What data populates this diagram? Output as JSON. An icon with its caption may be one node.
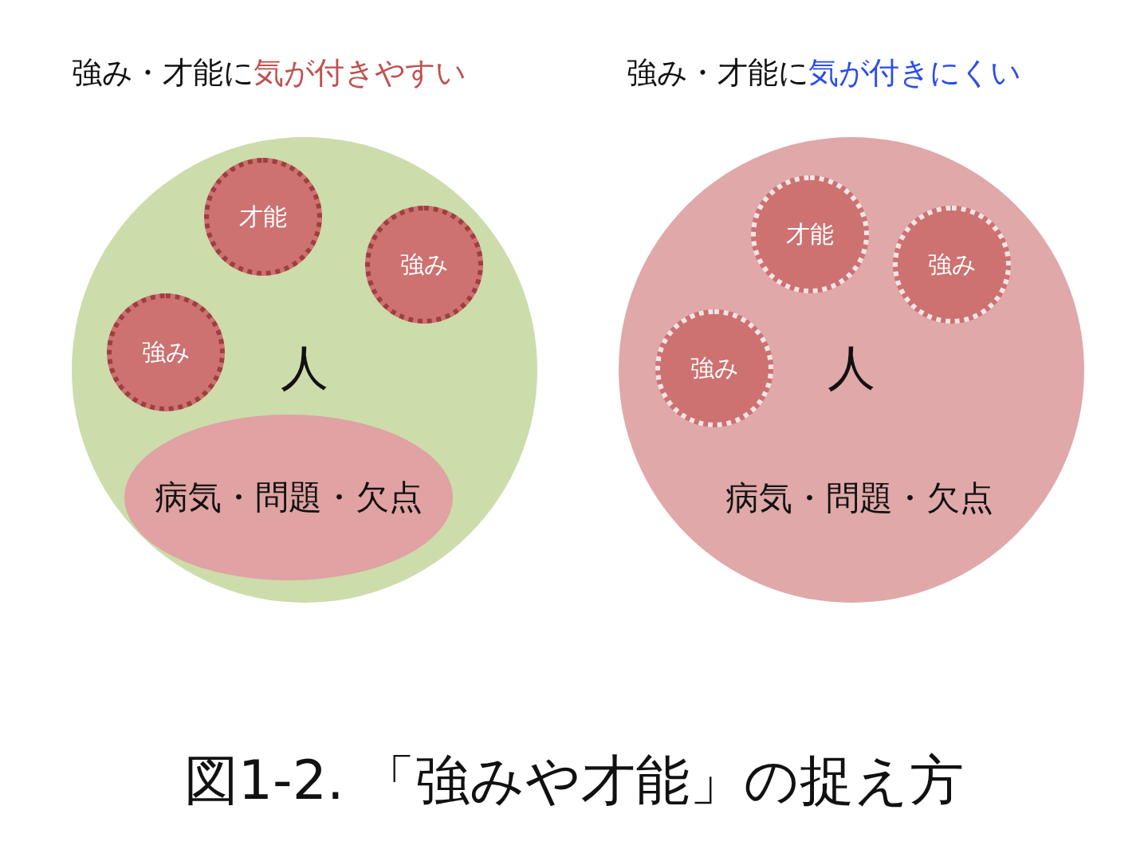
{
  "diagram": {
    "caption": "図1-2. 「強みや才能」の捉え方",
    "nodes": [
      {
        "text": [
          "強み・才能に**気が付きやすい**",
          "人"
        ]
      },
      {
        "text": [
          "才能"
        ],
        "in": 0
      },
      {
        "text": [
          "強み"
        ],
        "in": 0
      },
      {
        "text": [
          "強み"
        ],
        "in": 0
      },
      {
        "text": [
          "病気・問題・欠点"
        ],
        "in": 0
      },
      {
        "text": [
          "強み・才能に**気が付きにくい**",
          "人",
          "病気・問題・欠点"
        ]
      },
      {
        "text": [
          "才能"
        ],
        "in": 5
      },
      {
        "text": [
          "強み"
        ],
        "in": 5
      },
      {
        "text": [
          "強み"
        ],
        "in": 5
      }
    ],
    "edges": []
  }
}
